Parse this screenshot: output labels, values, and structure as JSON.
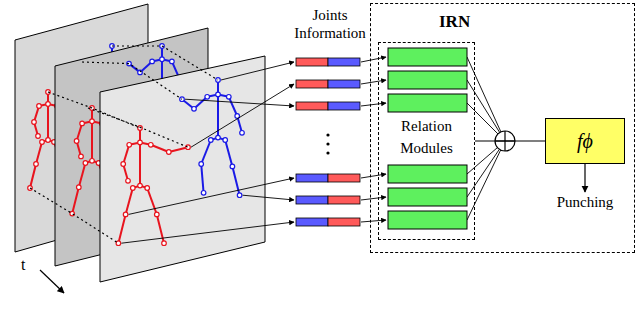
{
  "diagram": {
    "nodes": [
      {
        "text": [
          "IRN"
        ]
      },
      {
        "text": [
          "Relation Modules"
        ],
        "in": 0
      },
      {
        "text": [
          "fϕ"
        ],
        "in": 0
      }
    ],
    "edges": [
      {
        "from": 1,
        "to": 2,
        "arrow": "none"
      }
    ],
    "labels": [
      "Joints Information",
      "t",
      "Punching"
    ]
  }
}
